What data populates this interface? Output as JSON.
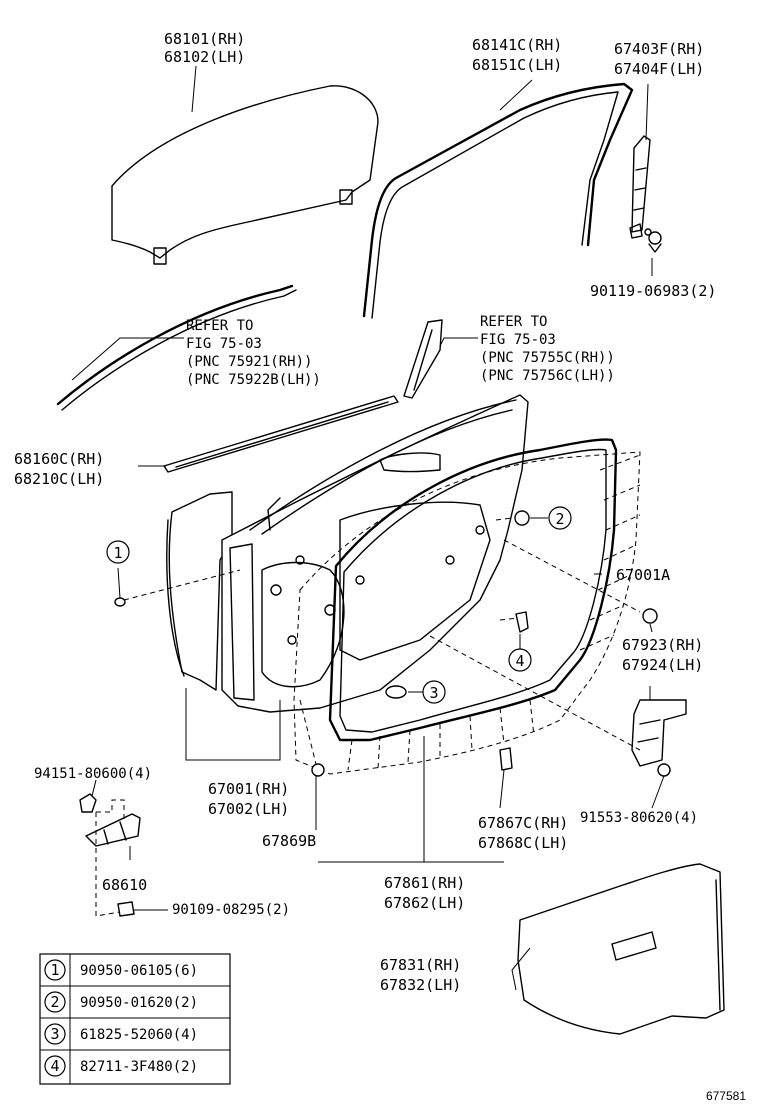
{
  "parts": {
    "glass": {
      "rh": "68101(RH)",
      "lh": "68102(LH)"
    },
    "run": {
      "rh": "68141C(RH)",
      "lh": "68151C(LH)"
    },
    "garnish": {
      "rh": "67403F(RH)",
      "lh": "67404F(LH)"
    },
    "screw": "90119-06983(2)",
    "refer_left": {
      "l1": "REFER TO",
      "l2": "FIG 75-03",
      "l3": "(PNC 75921(RH))",
      "l4": "(PNC 75922B(LH))"
    },
    "refer_right": {
      "l1": "REFER TO",
      "l2": "FIG 75-03",
      "l3": "(PNC 75755C(RH))",
      "l4": "(PNC 75756C(LH))"
    },
    "weatherstrip": {
      "rh": "68160C(RH)",
      "lh": "68210C(LH)"
    },
    "panel_a": "67001A",
    "bracket": {
      "rh": "67923(RH)",
      "lh": "67924(LH)"
    },
    "bolt_a": "94151-80600(4)",
    "door_panel": {
      "rh": "67001(RH)",
      "lh": "67002(LH)"
    },
    "bolt_b": "91553-80620(4)",
    "plug": "67869B",
    "clip": {
      "rh": "67867C(RH)",
      "lh": "67868C(LH)"
    },
    "check": "68610",
    "bolt_c": "90109-08295(2)",
    "seal": {
      "rh": "67861(RH)",
      "lh": "67862(LH)"
    },
    "cover": {
      "rh": "67831(RH)",
      "lh": "67832(LH)"
    }
  },
  "callouts": [
    "1",
    "2",
    "3",
    "4"
  ],
  "legend": [
    {
      "key": "1",
      "value": "90950-06105(6)"
    },
    {
      "key": "2",
      "value": "90950-01620(2)"
    },
    {
      "key": "3",
      "value": "61825-52060(4)"
    },
    {
      "key": "4",
      "value": "82711-3F480(2)"
    }
  ],
  "figure_code": "677581"
}
